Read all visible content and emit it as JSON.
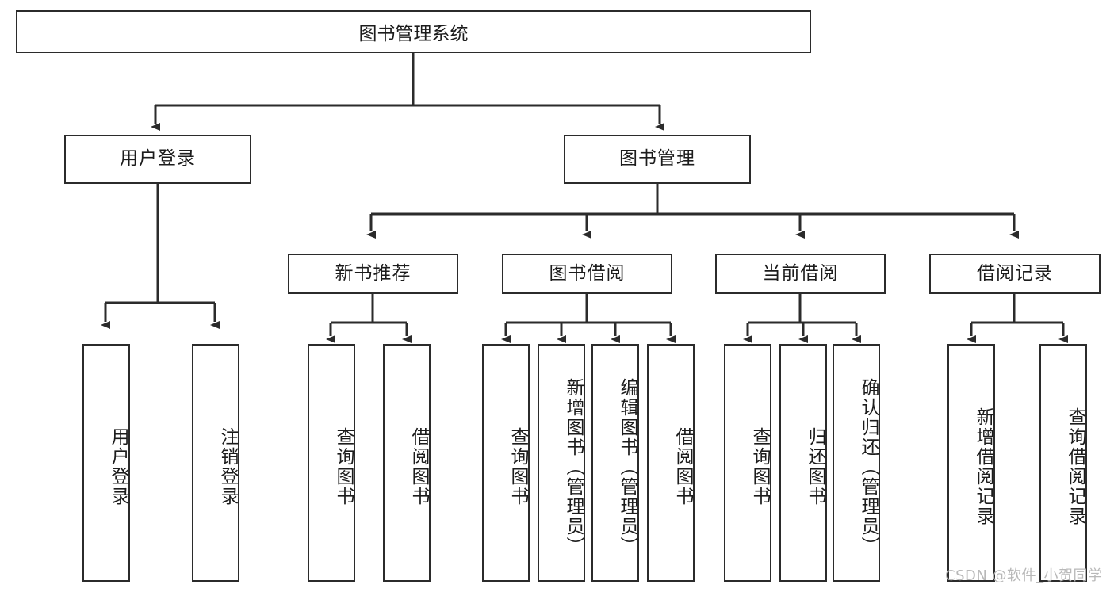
{
  "diagram": {
    "title": "图书管理系统",
    "type": "hierarchy-tree",
    "watermark": "CSDN @软件_小贺同学",
    "colors": {
      "box_border": "#2b2b2b",
      "box_fill": "#ffffff",
      "connector": "#2b2b2b",
      "text": "#1c1c1c",
      "watermark": "#b8b8b8"
    },
    "levels": {
      "level1": [
        {
          "id": "root",
          "label": "图书管理系统"
        }
      ],
      "level2": [
        {
          "id": "user-login",
          "label": "用户登录",
          "parent": "root"
        },
        {
          "id": "book-manage",
          "label": "图书管理",
          "parent": "root"
        }
      ],
      "level3": [
        {
          "id": "new-book-rec",
          "label": "新书推荐",
          "parent": "book-manage"
        },
        {
          "id": "book-borrow",
          "label": "图书借阅",
          "parent": "book-manage"
        },
        {
          "id": "current-borrow",
          "label": "当前借阅",
          "parent": "book-manage"
        },
        {
          "id": "borrow-record",
          "label": "借阅记录",
          "parent": "book-manage"
        }
      ],
      "leaves": [
        {
          "id": "leaf-user-login",
          "label": "用户登录",
          "parent": "user-login"
        },
        {
          "id": "leaf-logout",
          "label": "注销登录",
          "parent": "user-login"
        },
        {
          "id": "leaf-query-book-1",
          "label": "查询图书",
          "parent": "new-book-rec"
        },
        {
          "id": "leaf-borrow-book-1",
          "label": "借阅图书",
          "parent": "new-book-rec"
        },
        {
          "id": "leaf-query-book-2",
          "label": "查询图书",
          "parent": "book-borrow"
        },
        {
          "id": "leaf-add-book",
          "label": "新增图书（管理员）",
          "parent": "book-borrow"
        },
        {
          "id": "leaf-edit-book",
          "label": "编辑图书（管理员）",
          "parent": "book-borrow"
        },
        {
          "id": "leaf-borrow-book-2",
          "label": "借阅图书",
          "parent": "book-borrow"
        },
        {
          "id": "leaf-query-book-3",
          "label": "查询图书",
          "parent": "current-borrow"
        },
        {
          "id": "leaf-return-book",
          "label": "归还图书",
          "parent": "current-borrow"
        },
        {
          "id": "leaf-confirm-return",
          "label": "确认归还（管理员）",
          "parent": "current-borrow"
        },
        {
          "id": "leaf-add-record",
          "label": "新增借阅记录",
          "parent": "borrow-record"
        },
        {
          "id": "leaf-query-record",
          "label": "查询借阅记录",
          "parent": "borrow-record"
        }
      ]
    }
  }
}
